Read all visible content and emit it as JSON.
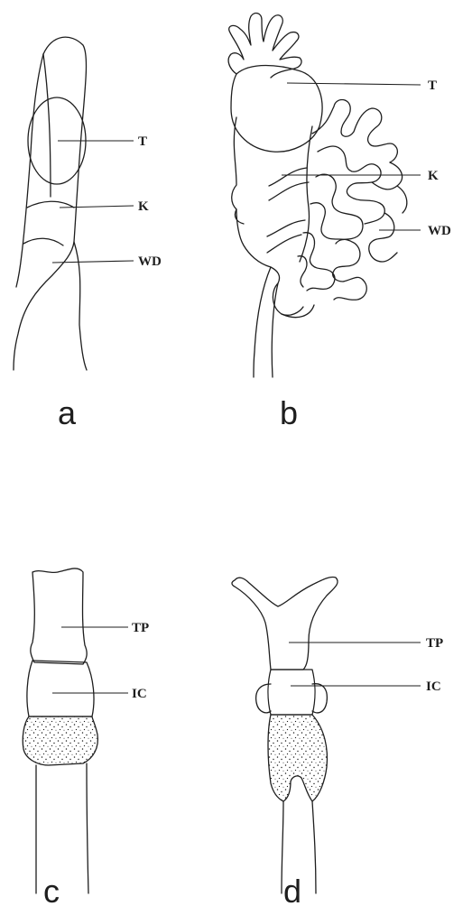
{
  "panels": {
    "a": {
      "letter": "a",
      "labels": {
        "T": "T",
        "K": "K",
        "WD": "WD"
      }
    },
    "b": {
      "letter": "b",
      "labels": {
        "T": "T",
        "K": "K",
        "WD": "WD"
      }
    },
    "c": {
      "letter": "c",
      "labels": {
        "TP": "TP",
        "IC": "IC"
      }
    },
    "d": {
      "letter": "d",
      "labels": {
        "TP": "TP",
        "IC": "IC"
      }
    }
  },
  "colors": {
    "ink": "#1e1e1e",
    "background": "#ffffff",
    "stipple": "#1e1e1e"
  }
}
